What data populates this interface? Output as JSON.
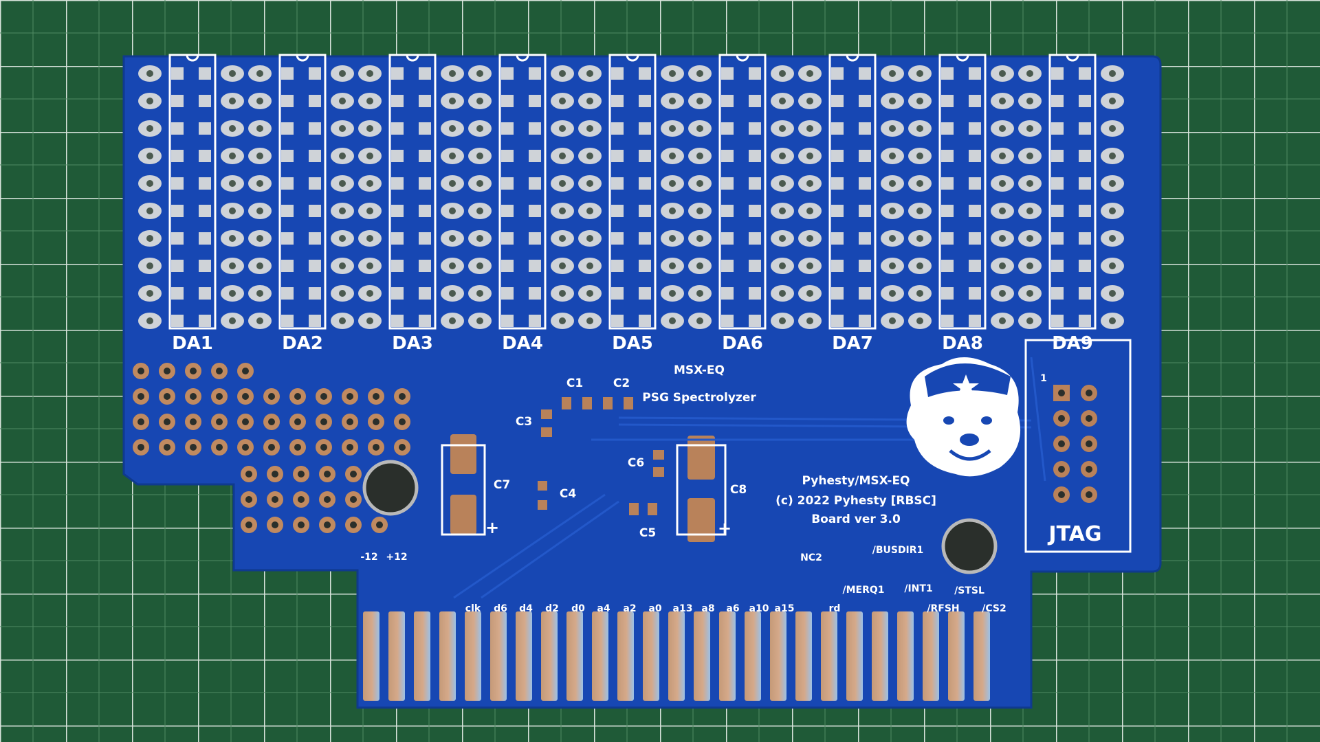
{
  "board": {
    "title": "MSX-EQ",
    "subtitle": "PSG Spectrolyzer",
    "credits": [
      "Pyhesty/MSX-EQ",
      "(c) 2022 Pyhesty [RBSC]",
      "Board ver 3.0"
    ]
  },
  "chips": [
    "DA1",
    "DA2",
    "DA3",
    "DA4",
    "DA5",
    "DA6",
    "DA7",
    "DA8",
    "DA9"
  ],
  "jtag": {
    "label": "JTAG",
    "pin1": "1"
  },
  "capacitors": [
    "C1",
    "C2",
    "C3",
    "C4",
    "C5",
    "C6",
    "C7",
    "C8"
  ],
  "polarity_marks": [
    "+",
    "+"
  ],
  "power_labels": [
    "-12",
    "+12"
  ],
  "signal_labels": {
    "bottom": [
      "clk",
      "d6",
      "d4",
      "d2",
      "d0",
      "a4",
      "a2",
      "a0",
      "a13",
      "a8",
      "a6",
      "a10",
      "a15",
      "rd",
      "/RFSH",
      "/CS2"
    ],
    "upper": [
      "NC2",
      "/BUSDIR1",
      "/MERQ1",
      "/INT1",
      "/STSL"
    ]
  },
  "colors": {
    "pcb": "#1747b3",
    "mat": "#1f5a37",
    "silk": "#ffffff",
    "copper": "#b9825a",
    "pad": "#cfd3d8"
  },
  "logo": "bear-mascot-icon"
}
